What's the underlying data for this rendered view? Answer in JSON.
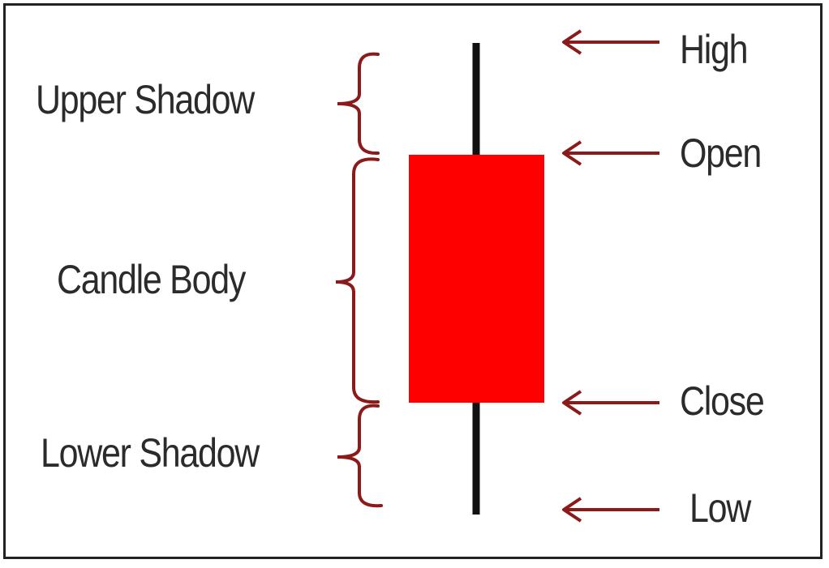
{
  "labels": {
    "upper_shadow": "Upper Shadow",
    "candle_body": "Candle Body",
    "lower_shadow": "Lower Shadow",
    "high": "High",
    "open": "Open",
    "close": "Close",
    "low": "Low"
  },
  "colors": {
    "candle_body": "#ff0000",
    "wick": "#111111",
    "arrows_and_braces": "#8b1a1a",
    "text": "#2b2b2b",
    "border": "#222222"
  }
}
